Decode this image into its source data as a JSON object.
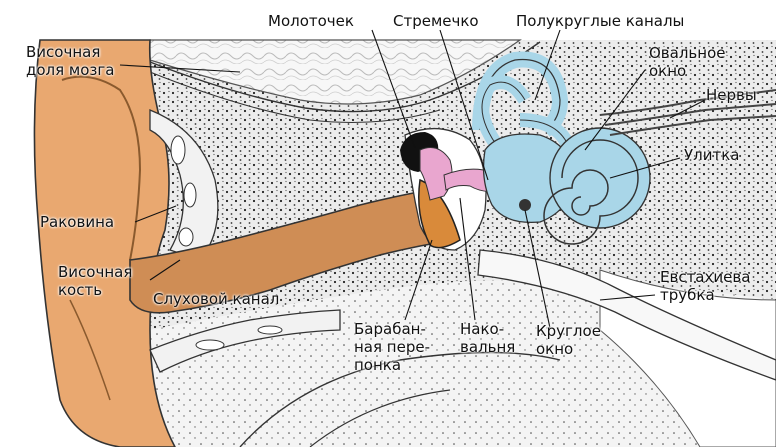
{
  "diagram": {
    "colors": {
      "background": "#ffffff",
      "skin": "#e9a870",
      "canal": "#cf8d55",
      "bone": "#ececec",
      "inner_ear": "#a9d6e8",
      "ossicle_pink": "#e9a6cf",
      "malleus": "#111111",
      "outline": "#222222",
      "leader_line": "#111111"
    },
    "labels": {
      "temporal_lobe": "Височная\nдоля мозга",
      "hammer": "Молоточек",
      "stirrup": "Стремечко",
      "semicircular_canals": "Полукруглые каналы",
      "oval_window": "Овальное\nокно",
      "nerves": "Нервы",
      "cochlea": "Улитка",
      "auricle": "Раковина",
      "temporal_bone": "Височная\nкость",
      "ear_canal": "Слуховой канал",
      "eustachian_tube": "Евстахиева\nтрубка",
      "eardrum": "Барабан-\nная пере-\nпонка",
      "anvil": "Нако-\nвальня",
      "round_window": "Круглое\nокно"
    }
  }
}
